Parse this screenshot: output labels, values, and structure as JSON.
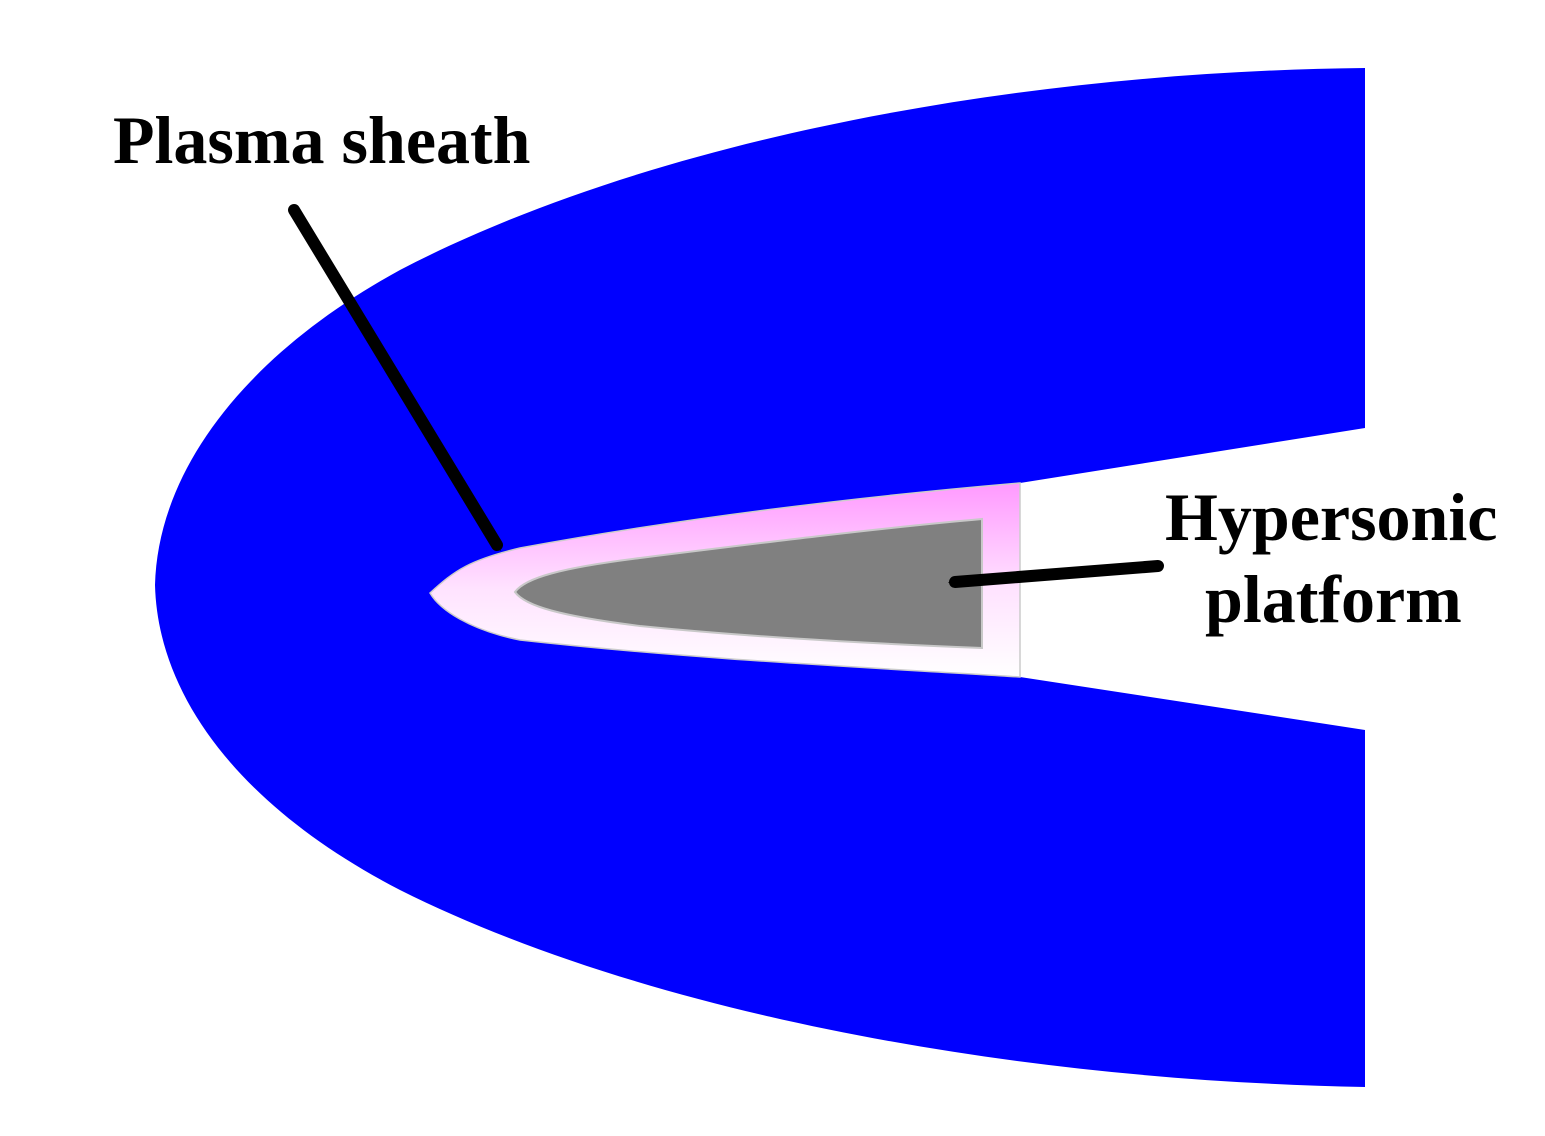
{
  "labels": {
    "plasma_sheath": "Plasma sheath",
    "hypersonic_line1": "Hypersonic",
    "hypersonic_line2": "platform"
  },
  "colors": {
    "shock_layer": "#0000ff",
    "sheath_gradient_top": "#ff99ff",
    "sheath_gradient_bottom": "#ffffff",
    "platform_body": "#808080",
    "arrows": "#000000",
    "background": "#ffffff"
  }
}
